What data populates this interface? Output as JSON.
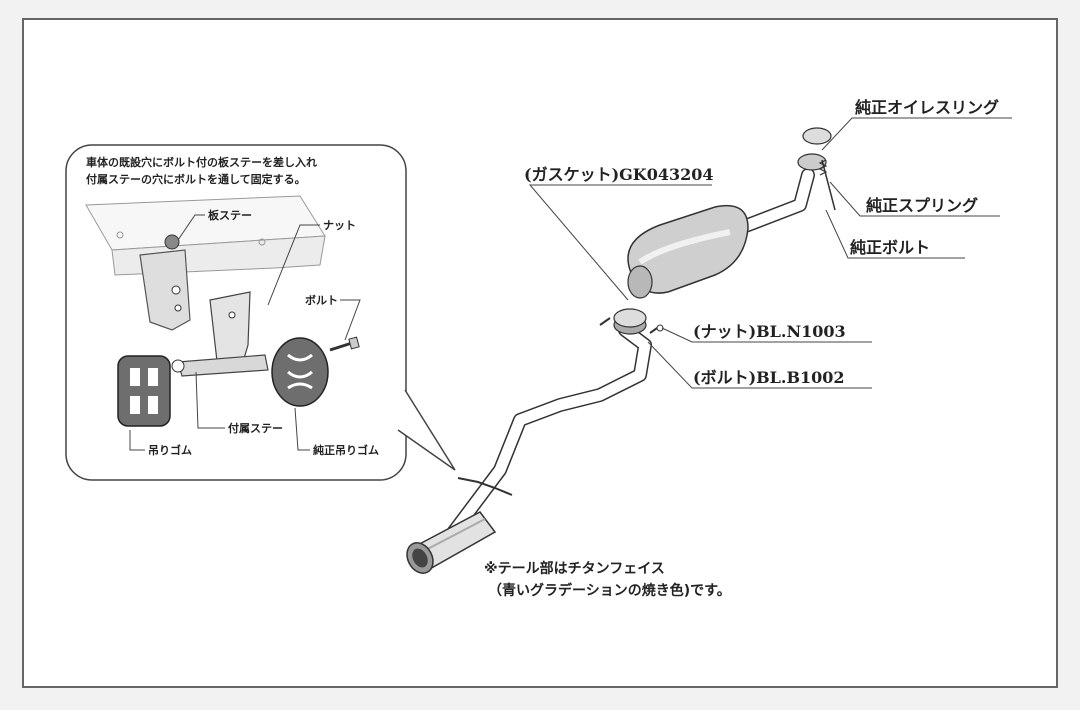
{
  "callout": {
    "line1": "車体の既設穴にボルト付の板ステーを差し入れ",
    "line2": "付属ステーの穴にボルトを通して固定する。",
    "labels": {
      "plate_stay": "板ステー",
      "nut": "ナット",
      "bolt": "ボルト",
      "included_stay": "付属ステー",
      "hanger_rubber": "吊りゴム",
      "oem_hanger_rubber": "純正吊りゴム"
    }
  },
  "parts": {
    "oem_oil_ring": "純正オイレスリング",
    "oem_spring": "純正スプリング",
    "oem_bolt": "純正ボルト",
    "gasket": "(ガスケット)GK043204",
    "nut": "(ナット)BL.N1003",
    "bolt": "(ボルト)BL.B1002"
  },
  "note": {
    "line1": "※テール部はチタンフェイス",
    "line2": "（青いグラデーションの焼き色)です。"
  },
  "colors": {
    "rubber": "#6e6e6e",
    "muffler": "#cfcfcf",
    "line": "#333333"
  }
}
